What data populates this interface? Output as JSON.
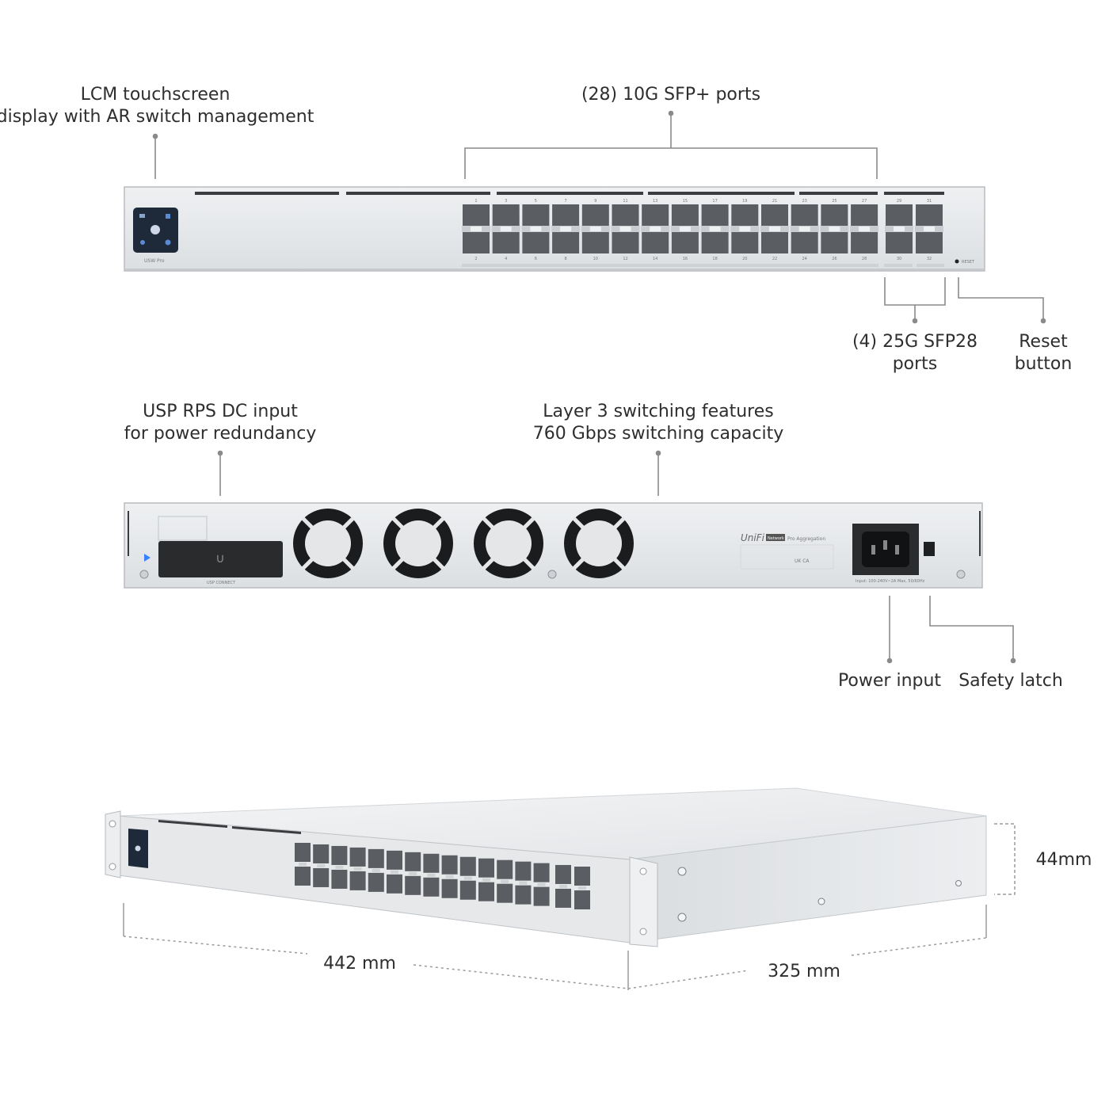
{
  "front_panel": {
    "touchscreen_label": [
      "LCM touchscreen",
      "display with AR switch management"
    ],
    "sfp_plus_label": "(28) 10G SFP+ ports",
    "sfp28_label": [
      "(4) 25G SFP28",
      "ports"
    ],
    "reset_label": [
      "Reset",
      "button"
    ],
    "model_text": "USW Pro",
    "reset_text": "RESET",
    "port_numbers_top": [
      "1",
      "3",
      "5",
      "7",
      "9",
      "11",
      "13",
      "15",
      "17",
      "19",
      "21",
      "23",
      "25",
      "27",
      "29",
      "31"
    ],
    "port_numbers_bottom": [
      "2",
      "4",
      "6",
      "8",
      "10",
      "12",
      "14",
      "16",
      "18",
      "20",
      "22",
      "24",
      "26",
      "28",
      "30",
      "32"
    ]
  },
  "rear_panel": {
    "rps_label": [
      "USP RPS DC input",
      "for power redundancy"
    ],
    "layer3_label": [
      "Layer 3 switching features",
      "760 Gbps switching capacity"
    ],
    "power_label": "Power input",
    "latch_label": "Safety latch",
    "brand_text": "UniFi",
    "badge_text": "Network",
    "product_text": "Pro Aggregation",
    "usp_connect_text": "USP CONNECT",
    "power_spec_text": "Input: 100-240V~2A Max, 50/60Hz",
    "ukca_text": "UK CA"
  },
  "dimensions": {
    "height": "44mm",
    "width": "442 mm",
    "depth": "325 mm"
  },
  "colors": {
    "chassis": "#e4e6e8",
    "chassis_edge": "#b9bcc0",
    "port": "#5a5d61",
    "fan": "#1b1c1d",
    "leader_line": "#8a8a8a",
    "accent_blue": "#3b82f6"
  }
}
